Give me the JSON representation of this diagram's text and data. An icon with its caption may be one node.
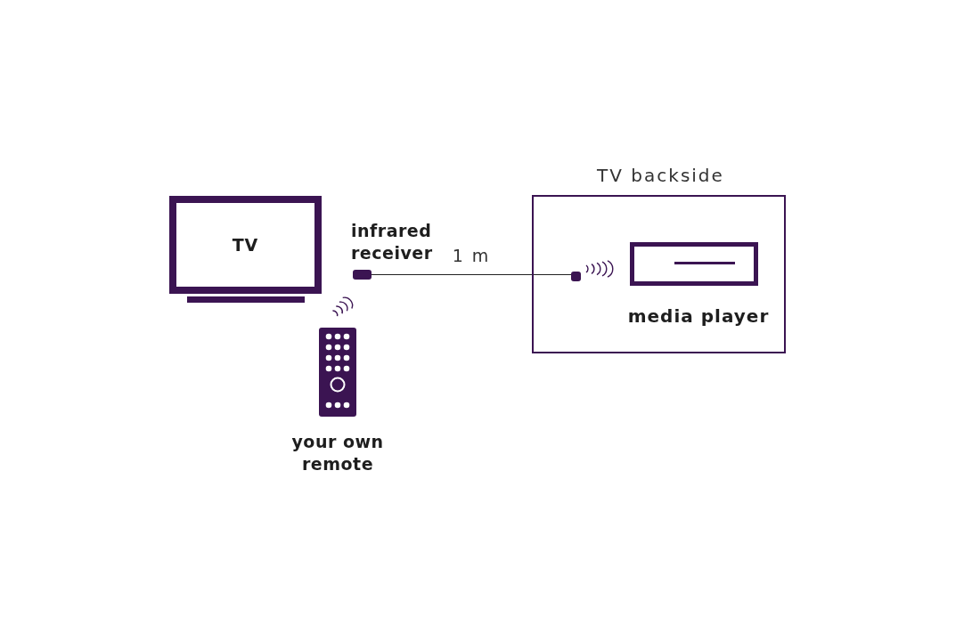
{
  "diagram": {
    "nodes": [
      {
        "text": [
          "TV"
        ]
      },
      {
        "text": [
          "infrared receiver"
        ]
      },
      {
        "text": [
          "your own remote"
        ]
      },
      {
        "text": [
          "TV backside"
        ]
      },
      {
        "text": [],
        "shape": "box",
        "in": 3
      },
      {
        "text": [
          "media player"
        ],
        "in": 3
      }
    ],
    "edges": [
      {
        "from": 1,
        "to": 4,
        "arrow": "none",
        "label": "1 m"
      }
    ]
  }
}
